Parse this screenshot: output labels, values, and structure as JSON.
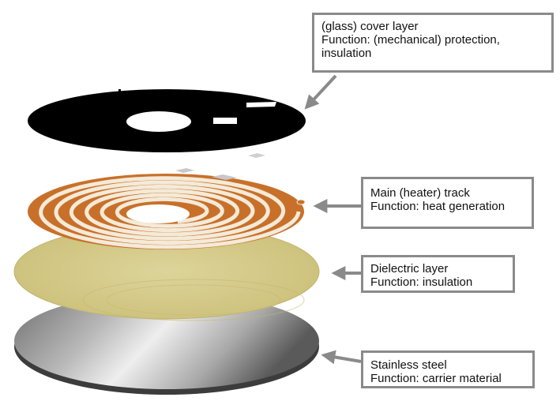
{
  "layers": {
    "cover": {
      "title": "(glass) cover layer",
      "function_lines": [
        "Function: (mechanical) protection,",
        "insulation"
      ]
    },
    "heater": {
      "title": "Main (heater) track",
      "function_lines": [
        "Function: heat generation"
      ]
    },
    "dielectric": {
      "title": "Dielectric layer",
      "function_lines": [
        "Function: insulation"
      ]
    },
    "steel": {
      "title": "Stainless steel",
      "function_lines": [
        "Function: carrier material"
      ]
    }
  },
  "colors": {
    "cover": "#000000",
    "heater": "#c8702a",
    "dielectric": "#d6cd8e",
    "steel_light": "#e4e4e4",
    "steel_dark": "#6e6e6e",
    "callout_border": "#8a8a8a",
    "arrow": "#8a8a8a"
  }
}
